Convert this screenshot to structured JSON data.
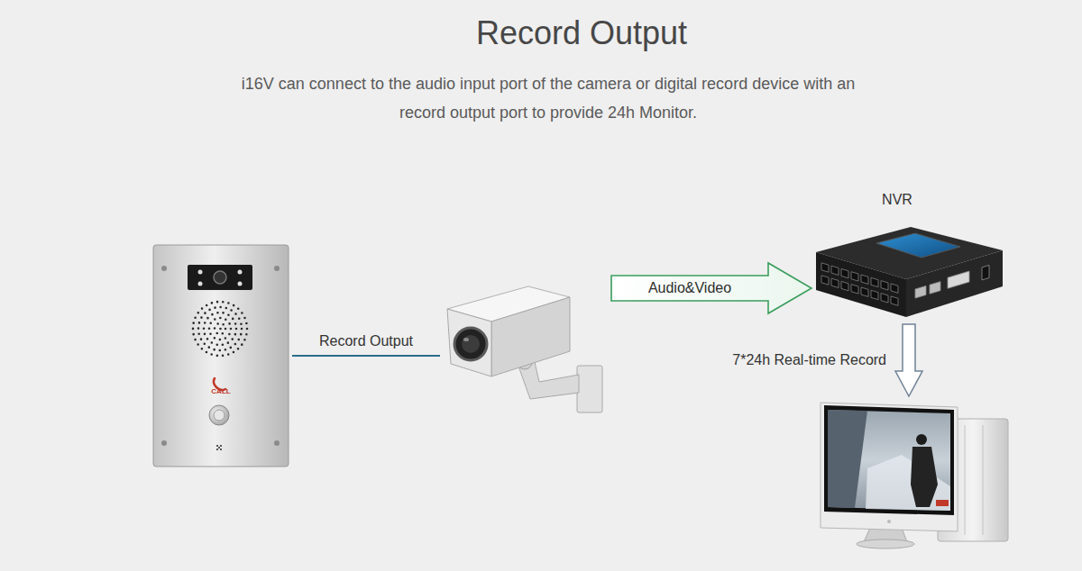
{
  "diagram": {
    "title": "Record Output",
    "caption": "i16V can connect to the audio input port of the camera or digital record device with an record output port to provide 24h Monitor.",
    "nodes": [
      {
        "text": [
          "CALL"
        ]
      },
      {
        "text": []
      },
      {
        "text": [
          "NVR"
        ]
      },
      {
        "text": []
      }
    ],
    "edges": [
      {
        "from": 0,
        "to": 1,
        "label": "Record Output",
        "arrow": "none"
      },
      {
        "from": 1,
        "to": 2,
        "label": "Audio&Video",
        "arrow": "to"
      },
      {
        "from": 2,
        "to": 3,
        "label": "7*24h Real-time Record",
        "arrow": "to"
      }
    ]
  }
}
